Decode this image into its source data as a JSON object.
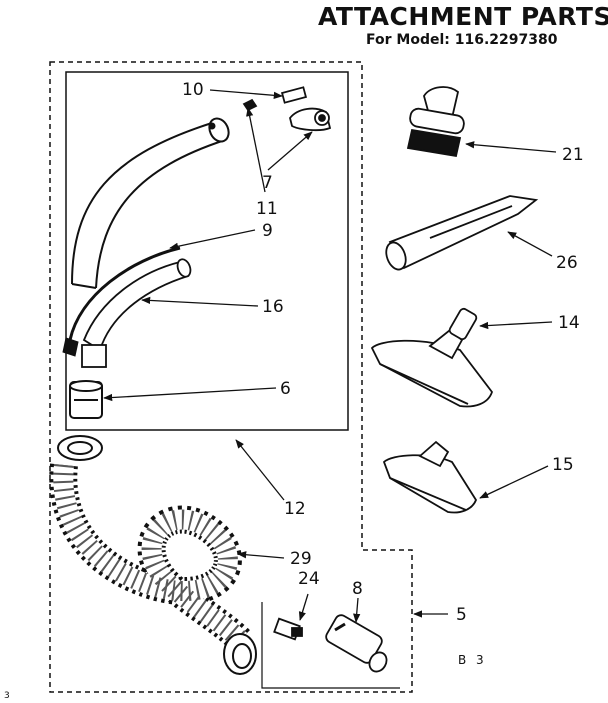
{
  "title": "ATTACHMENT PARTS",
  "subtitle": "For Model: 116.2297380",
  "figure_code": "B 3",
  "edge_mark": "3",
  "parts": {
    "p10": "10",
    "p11": "11",
    "p7": "7",
    "p9": "9",
    "p16": "16",
    "p6": "6",
    "p12": "12",
    "p29": "29",
    "p24": "24",
    "p8": "8",
    "p5": "5",
    "p21": "21",
    "p26": "26",
    "p14": "14",
    "p15": "15"
  },
  "colors": {
    "ink": "#111111",
    "background": "#ffffff"
  }
}
